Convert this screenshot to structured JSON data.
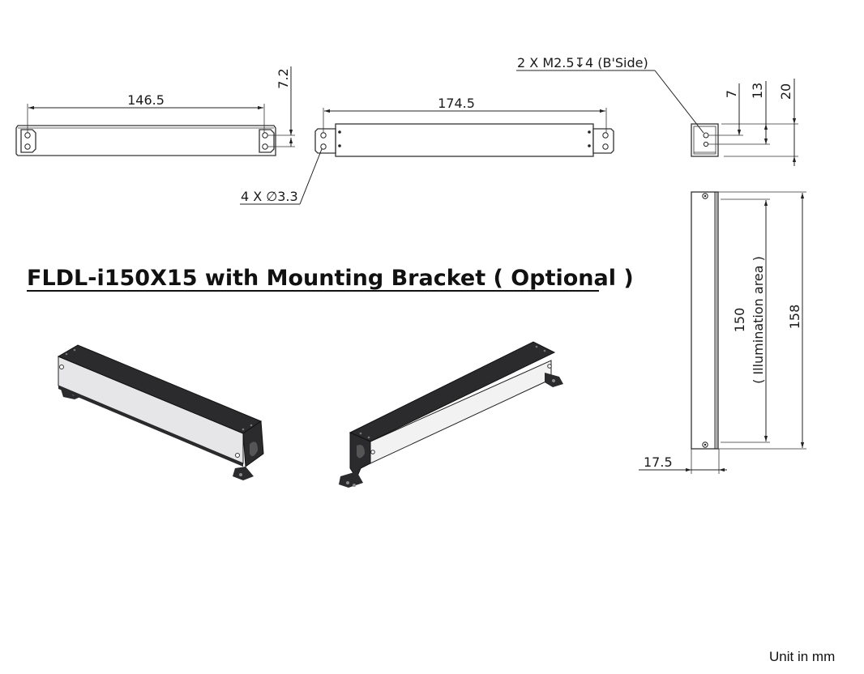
{
  "title": "FLDL-i150X15 with Mounting Bracket ( Optional )",
  "unit_note": "Unit in mm",
  "views": {
    "bottom_view": {
      "hole_spacing_length": "146.5",
      "hole_pitch": "7.2"
    },
    "front_view": {
      "overall_bracket_length": "174.5",
      "hole_callout": "4 X ∅3.3"
    },
    "side_view": {
      "tap_callout": "2 X M2.5↧4 (B'Side)",
      "dim_7": "7",
      "dim_13": "13",
      "dim_20": "20"
    },
    "top_view": {
      "illumination_length": "150",
      "illumination_label": "( Illumination area )",
      "overall_length": "158",
      "width": "17.5"
    }
  },
  "isometric_views": [
    {
      "label": "isometric-view-left"
    },
    {
      "label": "isometric-view-right"
    }
  ],
  "colors": {
    "body_dark": "#2b2b2e",
    "face_light": "#e6e6e8",
    "line": "#222222"
  }
}
